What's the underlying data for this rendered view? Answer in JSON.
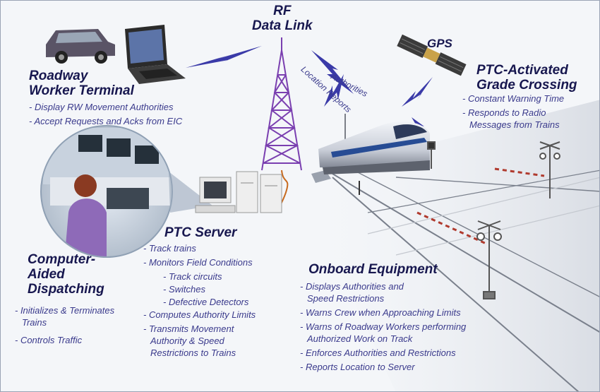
{
  "rf": {
    "line1": "RF",
    "line2": "Data Link"
  },
  "gps": "GPS",
  "signals": {
    "authorities": "Authorities",
    "location_reports": "Location Reports"
  },
  "roadway": {
    "title1": "Roadway",
    "title2": "Worker Terminal",
    "items": [
      "- Display RW Movement Authorities",
      "- Accept Requests and Acks from EIC"
    ]
  },
  "grade": {
    "title1": "PTC-Activated",
    "title2": "Grade Crossing",
    "items": [
      "- Constant Warning Time",
      "- Responds to Radio",
      "Messages from Trains"
    ]
  },
  "server": {
    "title": "PTC Server",
    "items": [
      "- Track trains",
      "- Monitors Field Conditions",
      "- Track circuits",
      "- Switches",
      "- Defective Detectors",
      "- Computes Authority Limits",
      "- Transmits Movement",
      "Authority & Speed",
      "Restrictions to Trains"
    ]
  },
  "cad": {
    "title1": "Computer-",
    "title2": "Aided",
    "title3": "Dispatching",
    "items": [
      "- Initializes & Terminates",
      "Trains",
      "- Controls Traffic"
    ]
  },
  "onboard": {
    "title": "Onboard Equipment",
    "items": [
      "- Displays Authorities and",
      "Speed Restrictions",
      "- Warns Crew when Approaching Limits",
      "- Warns of Roadway Workers performing",
      "Authorized Work on Track",
      "- Enforces Authorities and Restrictions",
      "- Reports Location to Server"
    ]
  }
}
